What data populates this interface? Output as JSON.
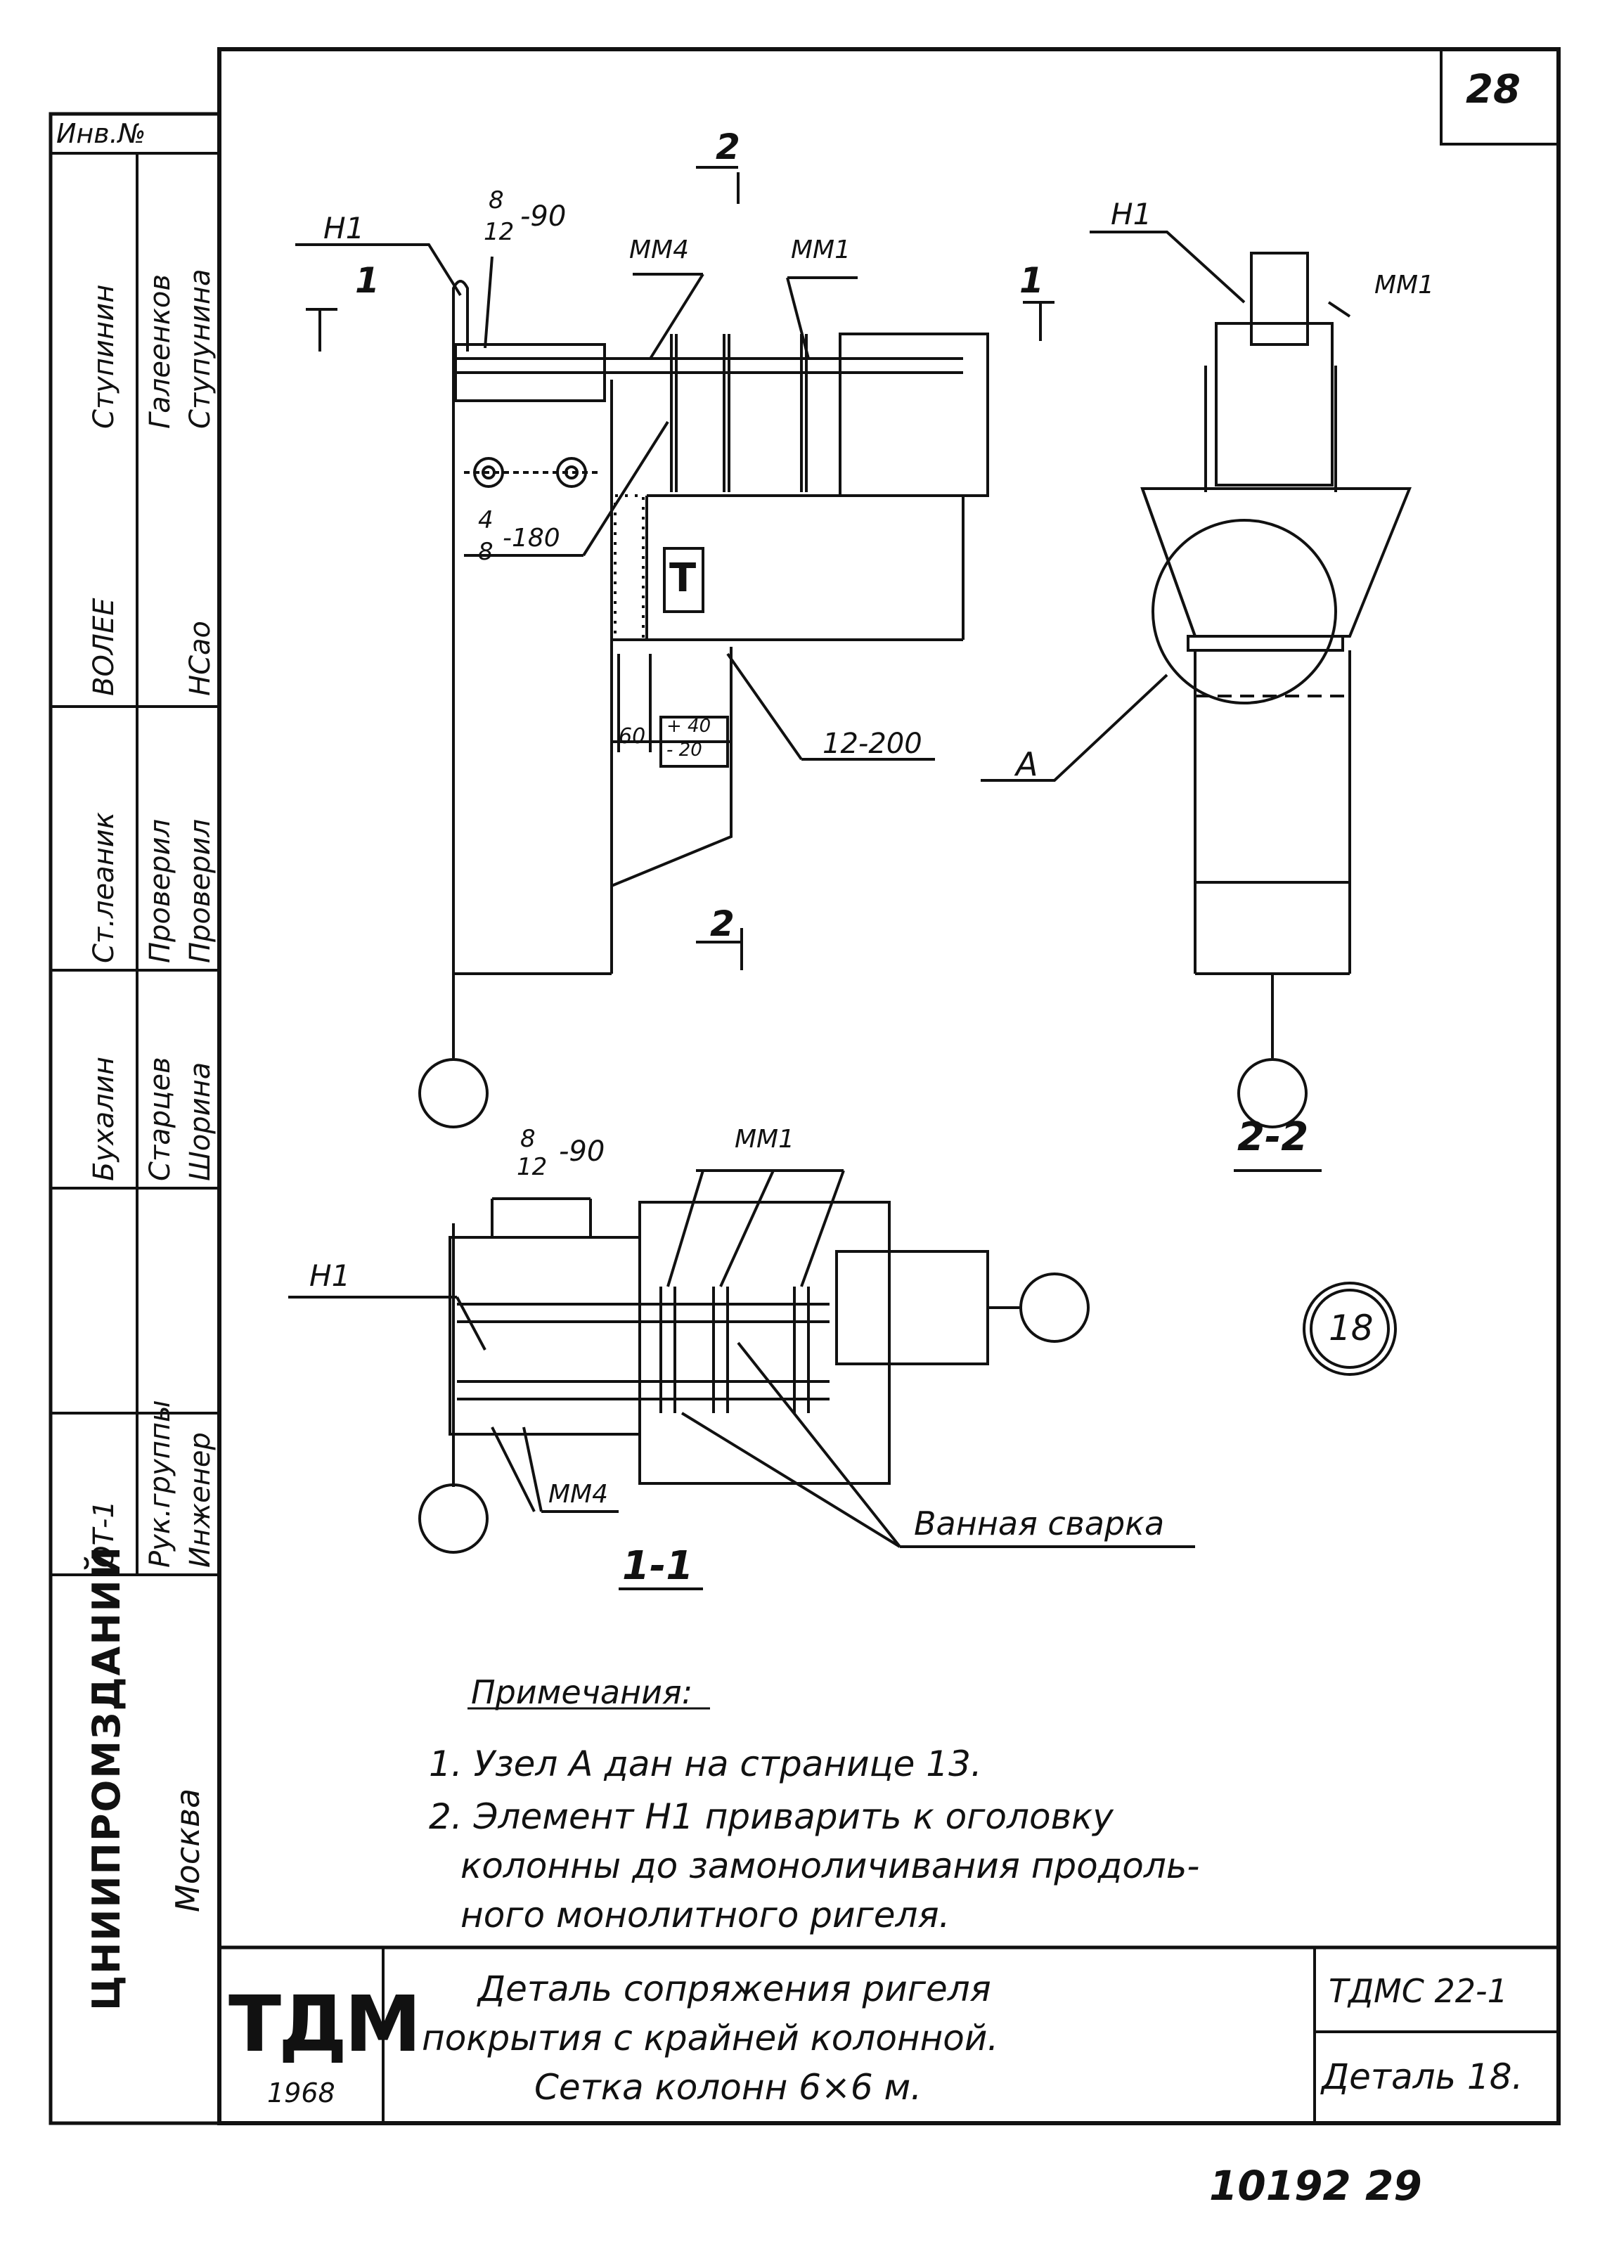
{
  "sheet": {
    "page_number": "28",
    "inv_label": "Инв.№",
    "detail_badge": "18",
    "page_footer_number": "10192 29"
  },
  "side_block": {
    "column_a": [
      "Ступинин",
      "Галеенков",
      "Ступунина"
    ],
    "column_b": [
      "ВОЛЕЕ",
      "",
      "НСао"
    ],
    "column_c": [
      "Ст.леаник",
      "Проверил",
      "Проверил"
    ],
    "column_d": [
      "Бухалин",
      "Старцев",
      "Шорина"
    ],
    "column_e": [
      "ОТ-1",
      "Рук.группы",
      "Инженер"
    ],
    "org_name": "ЦНИИПРОМЗДАНИЙ",
    "org_city": "Москва"
  },
  "drawing": {
    "section_marks": {
      "s2_top": "2",
      "s2_bottom": "2",
      "s1_left": "1",
      "s1_right": "1",
      "view_2_2": "2-2",
      "view_1_1": "1-1"
    },
    "labels": {
      "h1_a": "Н1",
      "h1_b": "Н1",
      "h1_c": "Н1",
      "mm4_a": "ММ4",
      "mm4_b": "ММ4",
      "mm1_a": "ММ1",
      "mm1_b": "ММ1",
      "mm1_c": "ММ1",
      "rebar_8_12_a_num": "8",
      "rebar_8_12_a_den": "12",
      "rebar_8_12_a_step": "-90",
      "rebar_8_12_b_num": "8",
      "rebar_8_12_b_den": "12",
      "rebar_8_12_b_step": "-90",
      "rebar_4_8_num": "4",
      "rebar_4_8_den": "8",
      "rebar_4_8_step": "-180",
      "rebar_12_200": "12-200",
      "dim_60": "60",
      "tol_plus": "+ 40",
      "tol_minus": "- 20",
      "node_a": "А",
      "welding": "Ванная сварка"
    }
  },
  "notes": {
    "heading": "Примечания:",
    "items": [
      "1. Узел А дан на странице 13.",
      "2. Элемент  Н1   приварить к оголовку",
      "колонны до замоноличивания продоль-",
      "ного монолитного ригеля."
    ]
  },
  "title_block": {
    "logo": "ТДМ",
    "year": "1968",
    "title_lines": [
      "Деталь сопряжения ригеля",
      "покрытия с крайней колонной.",
      "Сетка колонн 6×6 м."
    ],
    "code": "ТДМС 22-1",
    "detail": "Деталь 18."
  }
}
